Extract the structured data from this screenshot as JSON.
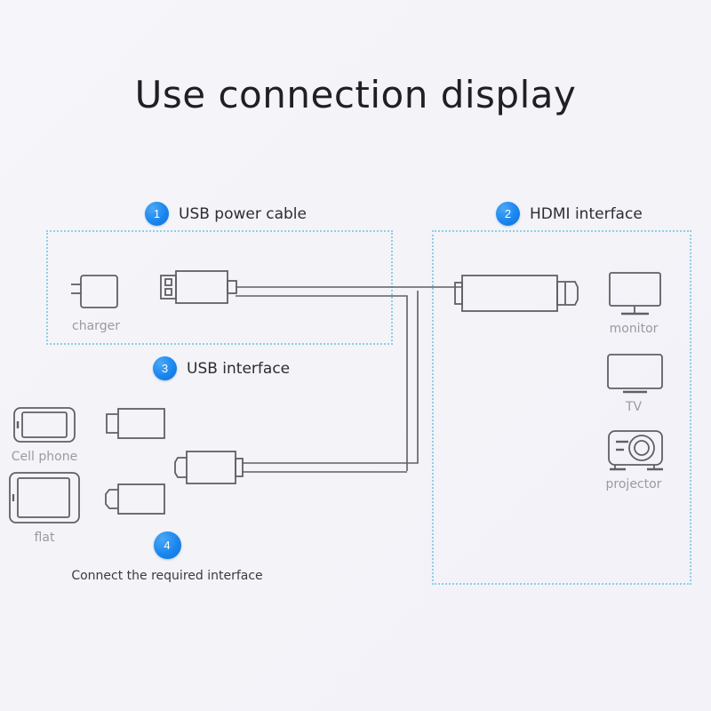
{
  "page": {
    "title": "Use connection display",
    "background_color": "#f3f3f9",
    "accent_color": "#1a86ef",
    "dashed_border_color": "#8ecfe6",
    "line_color": "#5f6066",
    "label_color": "#9a9aa2"
  },
  "callouts": [
    {
      "number": "1",
      "label": "USB power cable"
    },
    {
      "number": "2",
      "label": "HDMI interface"
    },
    {
      "number": "3",
      "label": "USB interface"
    },
    {
      "number": "4",
      "label": "Connect the required interface"
    }
  ],
  "regions": [
    {
      "name": "usb-power-region",
      "callout": "1"
    },
    {
      "name": "hdmi-region",
      "callout": "2"
    }
  ],
  "devices": {
    "input_power": [
      {
        "icon": "charger-icon",
        "label": "charger"
      }
    ],
    "sources": [
      {
        "icon": "cell-phone-icon",
        "label": "Cell phone"
      },
      {
        "icon": "tablet-icon",
        "label": "flat"
      }
    ],
    "outputs": [
      {
        "icon": "monitor-icon",
        "label": "monitor"
      },
      {
        "icon": "tv-icon",
        "label": "TV"
      },
      {
        "icon": "projector-icon",
        "label": "projector"
      }
    ]
  },
  "hardware": {
    "usb_a_plug": "usb-a-connector-icon",
    "hdmi_plug": "hdmi-connector-icon",
    "adapter_top": "lightning-adapter-icon",
    "adapter_bottom": "usb-c-adapter-icon",
    "inline_connector": "inline-connector-icon"
  }
}
